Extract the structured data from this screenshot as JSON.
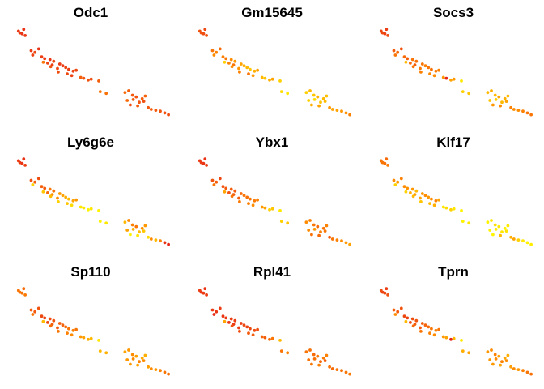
{
  "chart_data": {
    "type": "scatter",
    "layout": "3x3 small multiples",
    "axes_visible": false,
    "grid": false,
    "legend": "none",
    "color_scale": {
      "low": "#FFFF00",
      "mid": "#FF8C00",
      "high": "#E31A1C"
    },
    "x": [
      0.5,
      1.0,
      0.8,
      0.3,
      1.2,
      2.0,
      2.5,
      3.0,
      2.2,
      3.4,
      3.8,
      4.5,
      5.0,
      4.2,
      4.8,
      5.8,
      6.2,
      5.5,
      6.6,
      7.0,
      7.6,
      8.0,
      3.6,
      4.6,
      5.6,
      6.8,
      7.4,
      8.6,
      9.0,
      9.6,
      10.0,
      11.0,
      11.2,
      12.0,
      14.5,
      15.0,
      15.5,
      16.0,
      16.8,
      17.2,
      14.8,
      15.6,
      16.4,
      17.0,
      15.2,
      16.2,
      17.6,
      18.0,
      19.2,
      19.8,
      20.3,
      18.6
    ],
    "y": [
      9.6,
      10.0,
      9.5,
      9.8,
      9.3,
      7.6,
      7.4,
      7.8,
      7.1,
      6.9,
      6.7,
      6.6,
      6.4,
      6.2,
      6.0,
      6.1,
      5.9,
      5.6,
      5.7,
      5.5,
      5.3,
      5.4,
      6.3,
      5.8,
      5.2,
      5.0,
      4.8,
      4.6,
      4.5,
      4.3,
      4.4,
      4.2,
      3.0,
      2.8,
      2.9,
      3.1,
      2.6,
      2.4,
      2.2,
      2.5,
      2.0,
      2.1,
      1.8,
      1.9,
      1.5,
      1.4,
      1.2,
      1.0,
      0.8,
      0.6,
      0.4,
      0.9
    ],
    "series": [
      {
        "name": "Odc1",
        "values": [
          0.85,
          0.9,
          0.88,
          0.87,
          0.86,
          0.85,
          0.8,
          0.9,
          0.82,
          0.84,
          0.86,
          0.88,
          0.8,
          0.82,
          0.84,
          0.85,
          0.86,
          0.8,
          0.82,
          0.84,
          0.83,
          0.8,
          0.6,
          0.75,
          0.78,
          0.8,
          0.82,
          0.7,
          0.74,
          0.76,
          0.78,
          0.7,
          0.6,
          0.62,
          0.65,
          0.7,
          0.72,
          0.75,
          0.7,
          0.68,
          0.66,
          0.7,
          0.74,
          0.76,
          0.78,
          0.7,
          0.72,
          0.7,
          0.74,
          0.76,
          0.78,
          0.72
        ]
      },
      {
        "name": "Gm15645",
        "values": [
          0.75,
          0.8,
          0.78,
          0.76,
          0.74,
          0.6,
          0.55,
          0.65,
          0.5,
          0.55,
          0.6,
          0.5,
          0.45,
          0.55,
          0.6,
          0.4,
          0.35,
          0.45,
          0.3,
          0.25,
          0.35,
          0.4,
          0.2,
          0.5,
          0.55,
          0.6,
          0.45,
          0.3,
          0.25,
          0.35,
          0.4,
          0.2,
          0.15,
          0.1,
          0.2,
          0.3,
          0.25,
          0.35,
          0.3,
          0.28,
          0.2,
          0.15,
          0.25,
          0.3,
          0.35,
          0.4,
          0.45,
          0.4,
          0.45,
          0.5,
          0.55,
          0.4
        ]
      },
      {
        "name": "Socs3",
        "values": [
          0.8,
          0.85,
          0.82,
          0.8,
          0.78,
          0.7,
          0.65,
          0.75,
          0.6,
          0.65,
          0.7,
          0.6,
          0.62,
          0.66,
          0.7,
          0.6,
          0.55,
          0.58,
          0.6,
          0.62,
          0.58,
          0.55,
          0.3,
          0.6,
          0.55,
          0.52,
          0.5,
          0.45,
          0.95,
          0.4,
          0.45,
          0.1,
          0.2,
          0.25,
          0.3,
          0.35,
          0.3,
          0.4,
          0.35,
          0.3,
          0.25,
          0.2,
          0.3,
          0.4,
          0.45,
          0.5,
          0.55,
          0.5,
          0.55,
          0.6,
          0.6,
          0.5
        ]
      },
      {
        "name": "Ly6g6e",
        "values": [
          0.85,
          0.9,
          0.88,
          0.86,
          0.84,
          0.75,
          0.7,
          0.78,
          0.2,
          0.7,
          0.72,
          0.6,
          0.62,
          0.65,
          0.5,
          0.45,
          0.4,
          0.5,
          0.35,
          0.3,
          0.4,
          0.45,
          0.25,
          0.3,
          0.2,
          0.25,
          0.15,
          0.1,
          0.1,
          0.05,
          0.1,
          0.05,
          0.05,
          0.1,
          0.3,
          0.5,
          0.55,
          0.6,
          0.5,
          0.45,
          0.4,
          0.35,
          0.3,
          0.25,
          0.05,
          0.1,
          0.15,
          0.5,
          0.55,
          0.9,
          0.95,
          0.3
        ]
      },
      {
        "name": "Ybx1",
        "values": [
          0.85,
          0.9,
          0.88,
          0.86,
          0.84,
          0.75,
          0.7,
          0.8,
          0.6,
          0.75,
          0.72,
          0.7,
          0.72,
          0.75,
          0.7,
          0.65,
          0.6,
          0.7,
          0.62,
          0.6,
          0.58,
          0.55,
          0.4,
          0.6,
          0.58,
          0.55,
          0.5,
          0.45,
          0.4,
          0.2,
          0.25,
          0.1,
          0.2,
          0.25,
          0.5,
          0.55,
          0.6,
          0.65,
          0.6,
          0.55,
          0.5,
          0.45,
          0.55,
          0.6,
          0.62,
          0.65,
          0.7,
          0.6,
          0.5,
          0.45,
          0.4,
          0.55
        ]
      },
      {
        "name": "Klf17",
        "values": [
          0.6,
          0.65,
          0.62,
          0.6,
          0.58,
          0.5,
          0.45,
          0.55,
          0.2,
          0.5,
          0.48,
          0.45,
          0.3,
          0.35,
          0.4,
          0.45,
          0.5,
          0.4,
          0.45,
          0.5,
          0.55,
          0.4,
          0.2,
          0.3,
          0.25,
          0.3,
          0.35,
          0.1,
          0.15,
          0.2,
          0.1,
          0.05,
          0.05,
          0.1,
          0.05,
          0.1,
          0.15,
          0.1,
          0.05,
          0.1,
          0.05,
          0.08,
          0.1,
          0.12,
          0.05,
          0.3,
          0.35,
          0.4,
          0.1,
          0.05,
          0.08,
          0.2
        ]
      },
      {
        "name": "Sp110",
        "values": [
          0.6,
          0.65,
          0.62,
          0.6,
          0.58,
          0.7,
          0.72,
          0.75,
          0.6,
          0.8,
          0.82,
          0.78,
          0.75,
          0.8,
          0.72,
          0.7,
          0.68,
          0.72,
          0.65,
          0.6,
          0.55,
          0.6,
          0.3,
          0.65,
          0.6,
          0.55,
          0.5,
          0.45,
          0.4,
          0.35,
          0.3,
          0.1,
          0.3,
          0.35,
          0.4,
          0.45,
          0.5,
          0.42,
          0.38,
          0.35,
          0.45,
          0.5,
          0.55,
          0.5,
          0.45,
          0.4,
          0.42,
          0.5,
          0.55,
          0.6,
          0.62,
          0.45
        ]
      },
      {
        "name": "Rpl41",
        "values": [
          0.88,
          0.9,
          0.86,
          0.85,
          0.84,
          0.86,
          0.88,
          0.85,
          0.92,
          0.88,
          0.86,
          0.84,
          0.85,
          0.88,
          0.86,
          0.84,
          0.8,
          0.85,
          0.82,
          0.8,
          0.78,
          0.76,
          0.4,
          0.75,
          0.78,
          0.72,
          0.7,
          0.68,
          0.7,
          0.65,
          0.6,
          0.3,
          0.6,
          0.55,
          0.6,
          0.62,
          0.65,
          0.6,
          0.58,
          0.55,
          0.6,
          0.62,
          0.65,
          0.7,
          0.6,
          0.55,
          0.6,
          0.65,
          0.62,
          0.6,
          0.58,
          0.6
        ]
      },
      {
        "name": "Tprn",
        "values": [
          0.82,
          0.85,
          0.8,
          0.78,
          0.76,
          0.7,
          0.72,
          0.75,
          0.5,
          0.8,
          0.82,
          0.78,
          0.75,
          0.8,
          0.72,
          0.7,
          0.68,
          0.72,
          0.65,
          0.6,
          0.55,
          0.6,
          0.3,
          0.65,
          0.6,
          0.55,
          0.5,
          0.45,
          0.4,
          0.95,
          0.3,
          0.1,
          0.35,
          0.4,
          0.45,
          0.5,
          0.55,
          0.42,
          0.38,
          0.35,
          0.45,
          0.5,
          0.55,
          0.5,
          0.45,
          0.4,
          0.42,
          0.5,
          0.55,
          0.6,
          0.62,
          0.45
        ]
      }
    ]
  }
}
